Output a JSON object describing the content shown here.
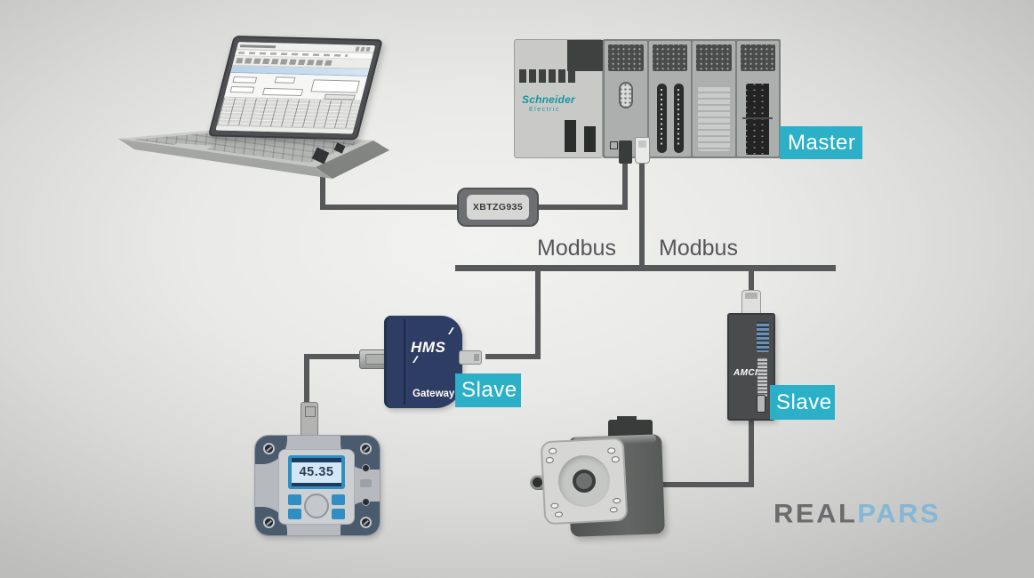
{
  "diagram": {
    "adapter_label": "XBTZG935",
    "master_label": "Master",
    "modbus_labels": [
      "Modbus",
      "Modbus"
    ],
    "plc": {
      "brand_top": "Schneider",
      "brand_bottom": "Electric"
    },
    "gateway": {
      "brand": "HMS",
      "name": "Gateway",
      "slave_label": "Slave"
    },
    "drive": {
      "brand": "AMCI",
      "slave_label": "Slave"
    },
    "transmitter": {
      "display_value": "45.35"
    },
    "watermark": {
      "left": "REAL",
      "right": "PARS"
    }
  },
  "icons": {
    "slashes": "∕∕"
  },
  "colors": {
    "accent_cyan": "#2bb0c8",
    "wire_gray": "#57585a",
    "hms_navy": "#2e3d63",
    "schneider_teal": "#17979f",
    "display_blue": "#2f8fc4",
    "realpars_gray": "#6b6c6e",
    "realpars_blue": "#85b7d6"
  }
}
